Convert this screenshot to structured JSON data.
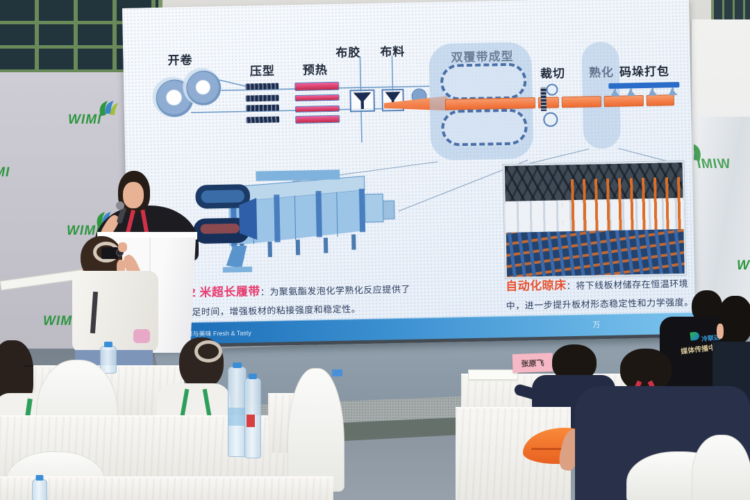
{
  "backdrop": {
    "logo_text": "WIMI",
    "logo_color": "#2e9640"
  },
  "slide": {
    "flow": [
      {
        "label": "开卷"
      },
      {
        "label": "压型"
      },
      {
        "label": "预热"
      },
      {
        "label": "布胶"
      },
      {
        "label": "布料"
      },
      {
        "label": "双覆带成型"
      },
      {
        "label": "裁切"
      },
      {
        "label": "熟化"
      },
      {
        "label": "码垛打包"
      }
    ],
    "left_caption": {
      "highlight": "42 米超长履带",
      "separator": "：",
      "body": "为聚氨酯发泡化学熟化反应提供了充足时间，增强板材的粘接强度和稳定性。"
    },
    "right_caption": {
      "highlight": "自动化晾床",
      "separator": "：",
      "body": "将下线板材储存在恒温环境中，进一步提升板材形态稳定性和力学强度。"
    },
    "footer": {
      "left_text": "守护新鲜与美味 Fresh & Tasty",
      "right_text": "万"
    }
  },
  "audience": {
    "name_card": "张原飞"
  },
  "media_person": {
    "logo_text": "冷联达",
    "dept_text": "媒体传播中心"
  },
  "colors": {
    "wimi_green": "#2e9640",
    "caption_left_highlight": "#e83a6e",
    "caption_right_highlight": "#e8502c",
    "belt_orange": "#ef7038",
    "footer_blue_from": "#1565b0",
    "footer_blue_to": "#7cc4ee",
    "name_card_pink": "#f5b8c4",
    "lanyard_red": "#d03048",
    "lanyard_green": "#2e9e5b"
  }
}
